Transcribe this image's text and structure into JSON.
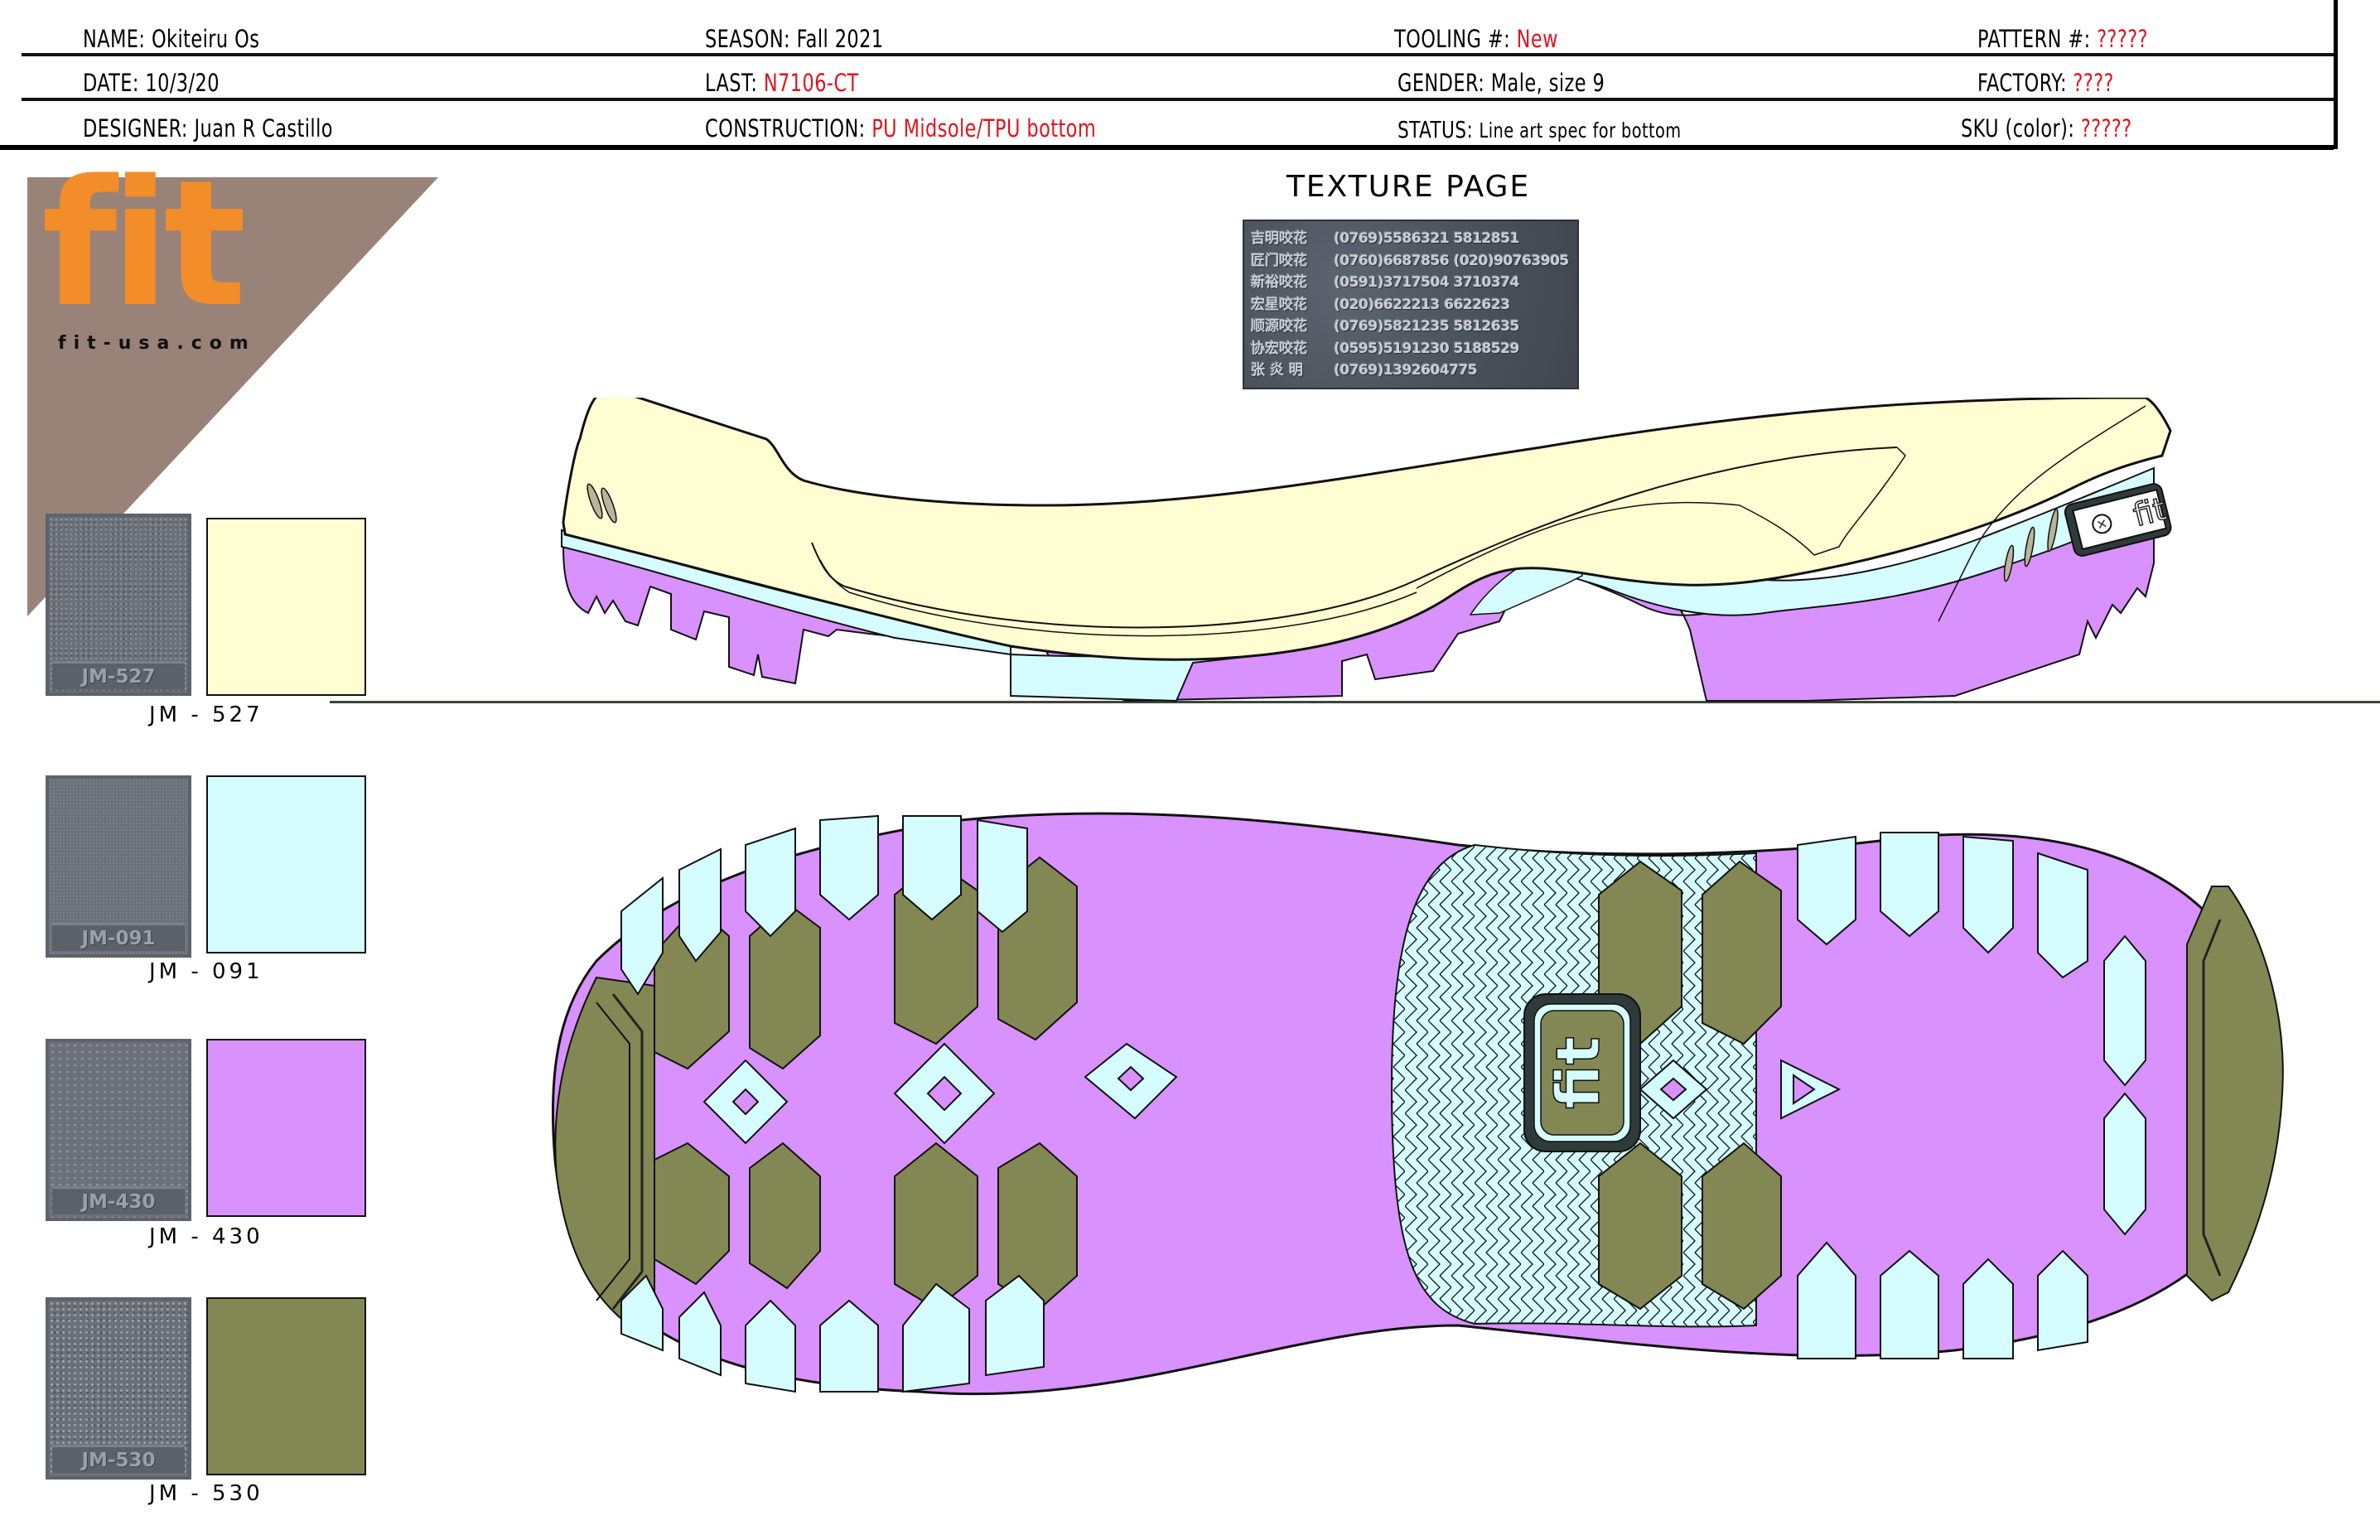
{
  "header": {
    "row1": [
      {
        "label": "NAME:",
        "value": "Okiteiru Os",
        "value_color": "#000000"
      },
      {
        "label": "SEASON:",
        "value": "Fall 2021",
        "value_color": "#000000"
      },
      {
        "label": "TOOLING #:",
        "value": "New",
        "value_color": "#e0141e"
      },
      {
        "label": "PATTERN #:",
        "value": "?????",
        "value_color": "#e0141e"
      }
    ],
    "row2": [
      {
        "label": "DATE:",
        "value": "10/3/20",
        "value_color": "#000000"
      },
      {
        "label": "LAST:",
        "value": "N7106-CT",
        "value_color": "#e0141e"
      },
      {
        "label": "GENDER:",
        "value": "Male, size 9",
        "value_color": "#000000"
      },
      {
        "label": "FACTORY:",
        "value": "????",
        "value_color": "#e0141e"
      }
    ],
    "row3": [
      {
        "label": "DESIGNER:",
        "value": "Juan R Castillo",
        "value_color": "#000000"
      },
      {
        "label": "CONSTRUCTION:",
        "value": "PU Midsole/TPU bottom",
        "value_color": "#e0141e"
      },
      {
        "label": "STATUS:",
        "value": "Line art spec for bottom",
        "value_color": "#000000"
      },
      {
        "label": "SKU (color):",
        "value": "?????",
        "value_color": "#e0141e"
      }
    ]
  },
  "logo": {
    "brand": "fit",
    "url": "fit-usa.com",
    "brand_color": "#f38d2a",
    "background_color": "#998278"
  },
  "texture_page": {
    "title": "TEXTURE PAGE",
    "plate_rows": [
      {
        "name": "吉明咬花",
        "phones": "(0769)5586321  5812851"
      },
      {
        "name": "匠门咬花",
        "phones": "(0760)6687856  (020)90763905"
      },
      {
        "name": "新裕咬花",
        "phones": "(0591)3717504  3710374"
      },
      {
        "name": "宏星咬花",
        "phones": "(020)6622213   6622623"
      },
      {
        "name": "顺源咬花",
        "phones": "(0769)5821235  5812635"
      },
      {
        "name": "协宏咬花",
        "phones": "(0595)5191230   5188529"
      },
      {
        "name": "张 炎 明",
        "phones": "(0769)1392604775"
      }
    ]
  },
  "swatches": [
    {
      "code": "JM-527",
      "label": "JM - 527",
      "color": "#fffdd2",
      "part": "midsole"
    },
    {
      "code": "JM-091",
      "label": "JM - 091",
      "color": "#d5fdff",
      "part": "outsole-lugs"
    },
    {
      "code": "JM-430",
      "label": "JM - 430",
      "color": "#d891fd",
      "part": "outsole-base"
    },
    {
      "code": "JM-530",
      "label": "JM - 530",
      "color": "#838754",
      "part": "outsole-pods"
    }
  ],
  "drawings": {
    "side_profile_logo": "fit",
    "outsole_logo": "fit",
    "outline_color": "#111111",
    "dark_accent": "#4b5a5a"
  }
}
